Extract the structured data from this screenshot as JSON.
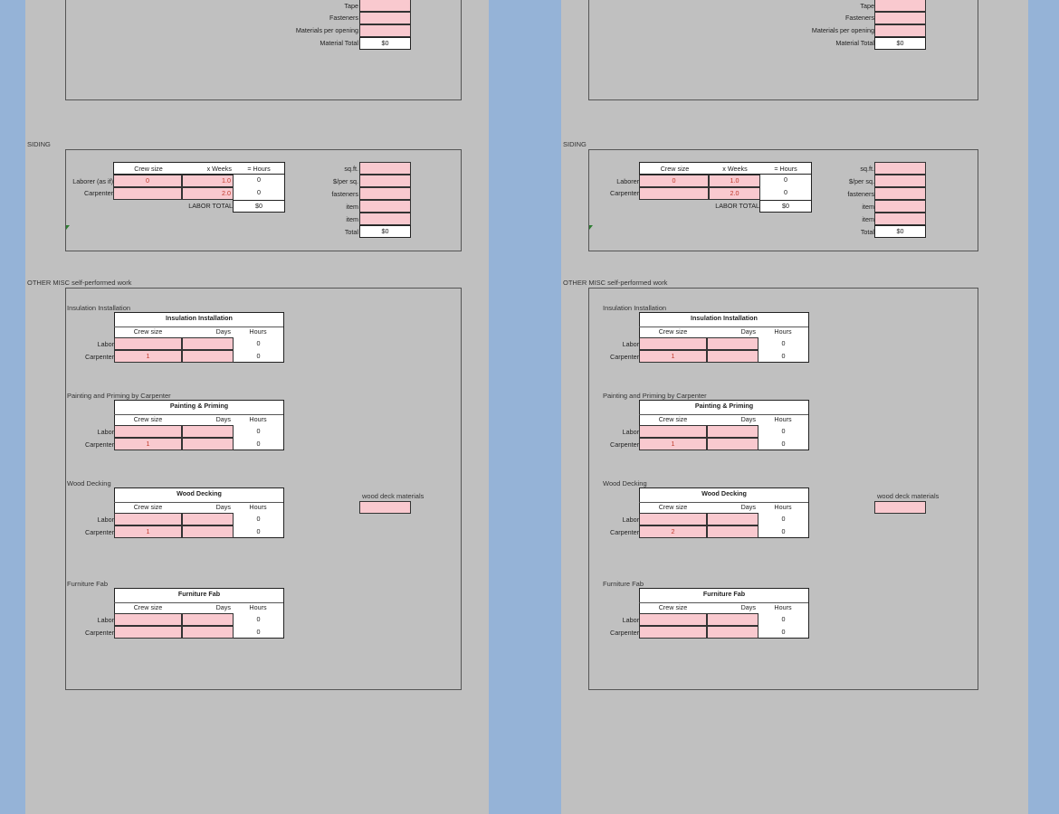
{
  "pages": [
    {
      "materials_top": {
        "labels": [
          "Tape",
          "Fasteners",
          "Materials per opening",
          "Material Total"
        ],
        "total_value": "$0"
      },
      "siding": {
        "section_label": "SIDING",
        "headers": [
          "Crew size",
          "x Weeks",
          "= Hours"
        ],
        "rows": [
          {
            "label": "Laborer (as if)",
            "crew": "0",
            "weeks": "1.0",
            "hours": "0"
          },
          {
            "label": "Carpenter",
            "crew": "",
            "weeks": "2.0",
            "hours": "0"
          }
        ],
        "labor_total_label": "LABOR TOTAL",
        "labor_total_value": "$0",
        "mat_labels": [
          "sq.ft.",
          "$/per sq.",
          "fasteners",
          "item",
          "item",
          "Total"
        ],
        "mat_total_value": "$0"
      },
      "misc": {
        "section_label": "OTHER MISC self-performed work",
        "tables": [
          {
            "section": "Insulation Installation",
            "title": "Insulation Installation",
            "headers": [
              "Crew size",
              "Days",
              "Hours"
            ],
            "rows": [
              {
                "label": "Labor",
                "crew": "",
                "hours": "0"
              },
              {
                "label": "Carpenter",
                "crew": "1",
                "hours": "0"
              }
            ]
          },
          {
            "section": "Painting and Priming by Carpenter",
            "title": "Painting & Priming",
            "headers": [
              "Crew size",
              "Days",
              "Hours"
            ],
            "rows": [
              {
                "label": "Labor",
                "crew": "",
                "hours": "0"
              },
              {
                "label": "Carpenter",
                "crew": "1",
                "hours": "0"
              }
            ]
          },
          {
            "section": "Wood Decking",
            "title": "Wood Decking",
            "headers": [
              "Crew size",
              "Days",
              "Hours"
            ],
            "rows": [
              {
                "label": "Labor",
                "crew": "",
                "hours": "0"
              },
              {
                "label": "Carpenter",
                "crew": "1",
                "hours": "0"
              }
            ]
          },
          {
            "section": "Furniture Fab",
            "title": "Furniture Fab",
            "headers": [
              "Crew size",
              "Days",
              "Hours"
            ],
            "rows": [
              {
                "label": "Labor",
                "crew": "",
                "hours": "0"
              },
              {
                "label": "Carpenter",
                "crew": "",
                "hours": "0"
              }
            ]
          }
        ],
        "wood_deck_materials_label": "wood deck materials"
      }
    },
    {
      "materials_top": {
        "labels": [
          "Tape",
          "Fasteners",
          "Materials per opening",
          "Material Total"
        ],
        "total_value": "$0"
      },
      "siding": {
        "section_label": "SIDING",
        "headers": [
          "Crew size",
          "x Weeks",
          "= Hours"
        ],
        "rows": [
          {
            "label": "Laborer",
            "crew": "0",
            "weeks": "1.0",
            "hours": "0"
          },
          {
            "label": "Carpenter",
            "crew": "",
            "weeks": "2.0",
            "hours": "0"
          }
        ],
        "labor_total_label": "LABOR TOTAL",
        "labor_total_value": "$0",
        "mat_labels": [
          "sq.ft.",
          "$/per sq.",
          "fasteners",
          "item",
          "item",
          "Total"
        ],
        "mat_total_value": "$0"
      },
      "misc": {
        "section_label": "OTHER MISC self-performed work",
        "tables": [
          {
            "section": "Insulation Installation",
            "title": "Insulation Installation",
            "headers": [
              "Crew size",
              "Days",
              "Hours"
            ],
            "rows": [
              {
                "label": "Labor",
                "crew": "",
                "hours": "0"
              },
              {
                "label": "Carpenter",
                "crew": "1",
                "hours": "0"
              }
            ]
          },
          {
            "section": "Painting and Priming by Carpenter",
            "title": "Painting & Priming",
            "headers": [
              "Crew size",
              "Days",
              "Hours"
            ],
            "rows": [
              {
                "label": "Labor",
                "crew": "",
                "hours": "0"
              },
              {
                "label": "Carpenter",
                "crew": "1",
                "hours": "0"
              }
            ]
          },
          {
            "section": "Wood Decking",
            "title": "Wood Decking",
            "headers": [
              "Crew size",
              "Days",
              "Hours"
            ],
            "rows": [
              {
                "label": "Labor",
                "crew": "",
                "hours": "0"
              },
              {
                "label": "Carpenter",
                "crew": "2",
                "hours": "0"
              }
            ]
          },
          {
            "section": "Furniture Fab",
            "title": "Furniture Fab",
            "headers": [
              "Crew size",
              "Days",
              "Hours"
            ],
            "rows": [
              {
                "label": "Labor",
                "crew": "",
                "hours": "0"
              },
              {
                "label": "Carpenter",
                "crew": "",
                "hours": "0"
              }
            ]
          }
        ],
        "wood_deck_materials_label": "wood deck materials"
      }
    }
  ]
}
